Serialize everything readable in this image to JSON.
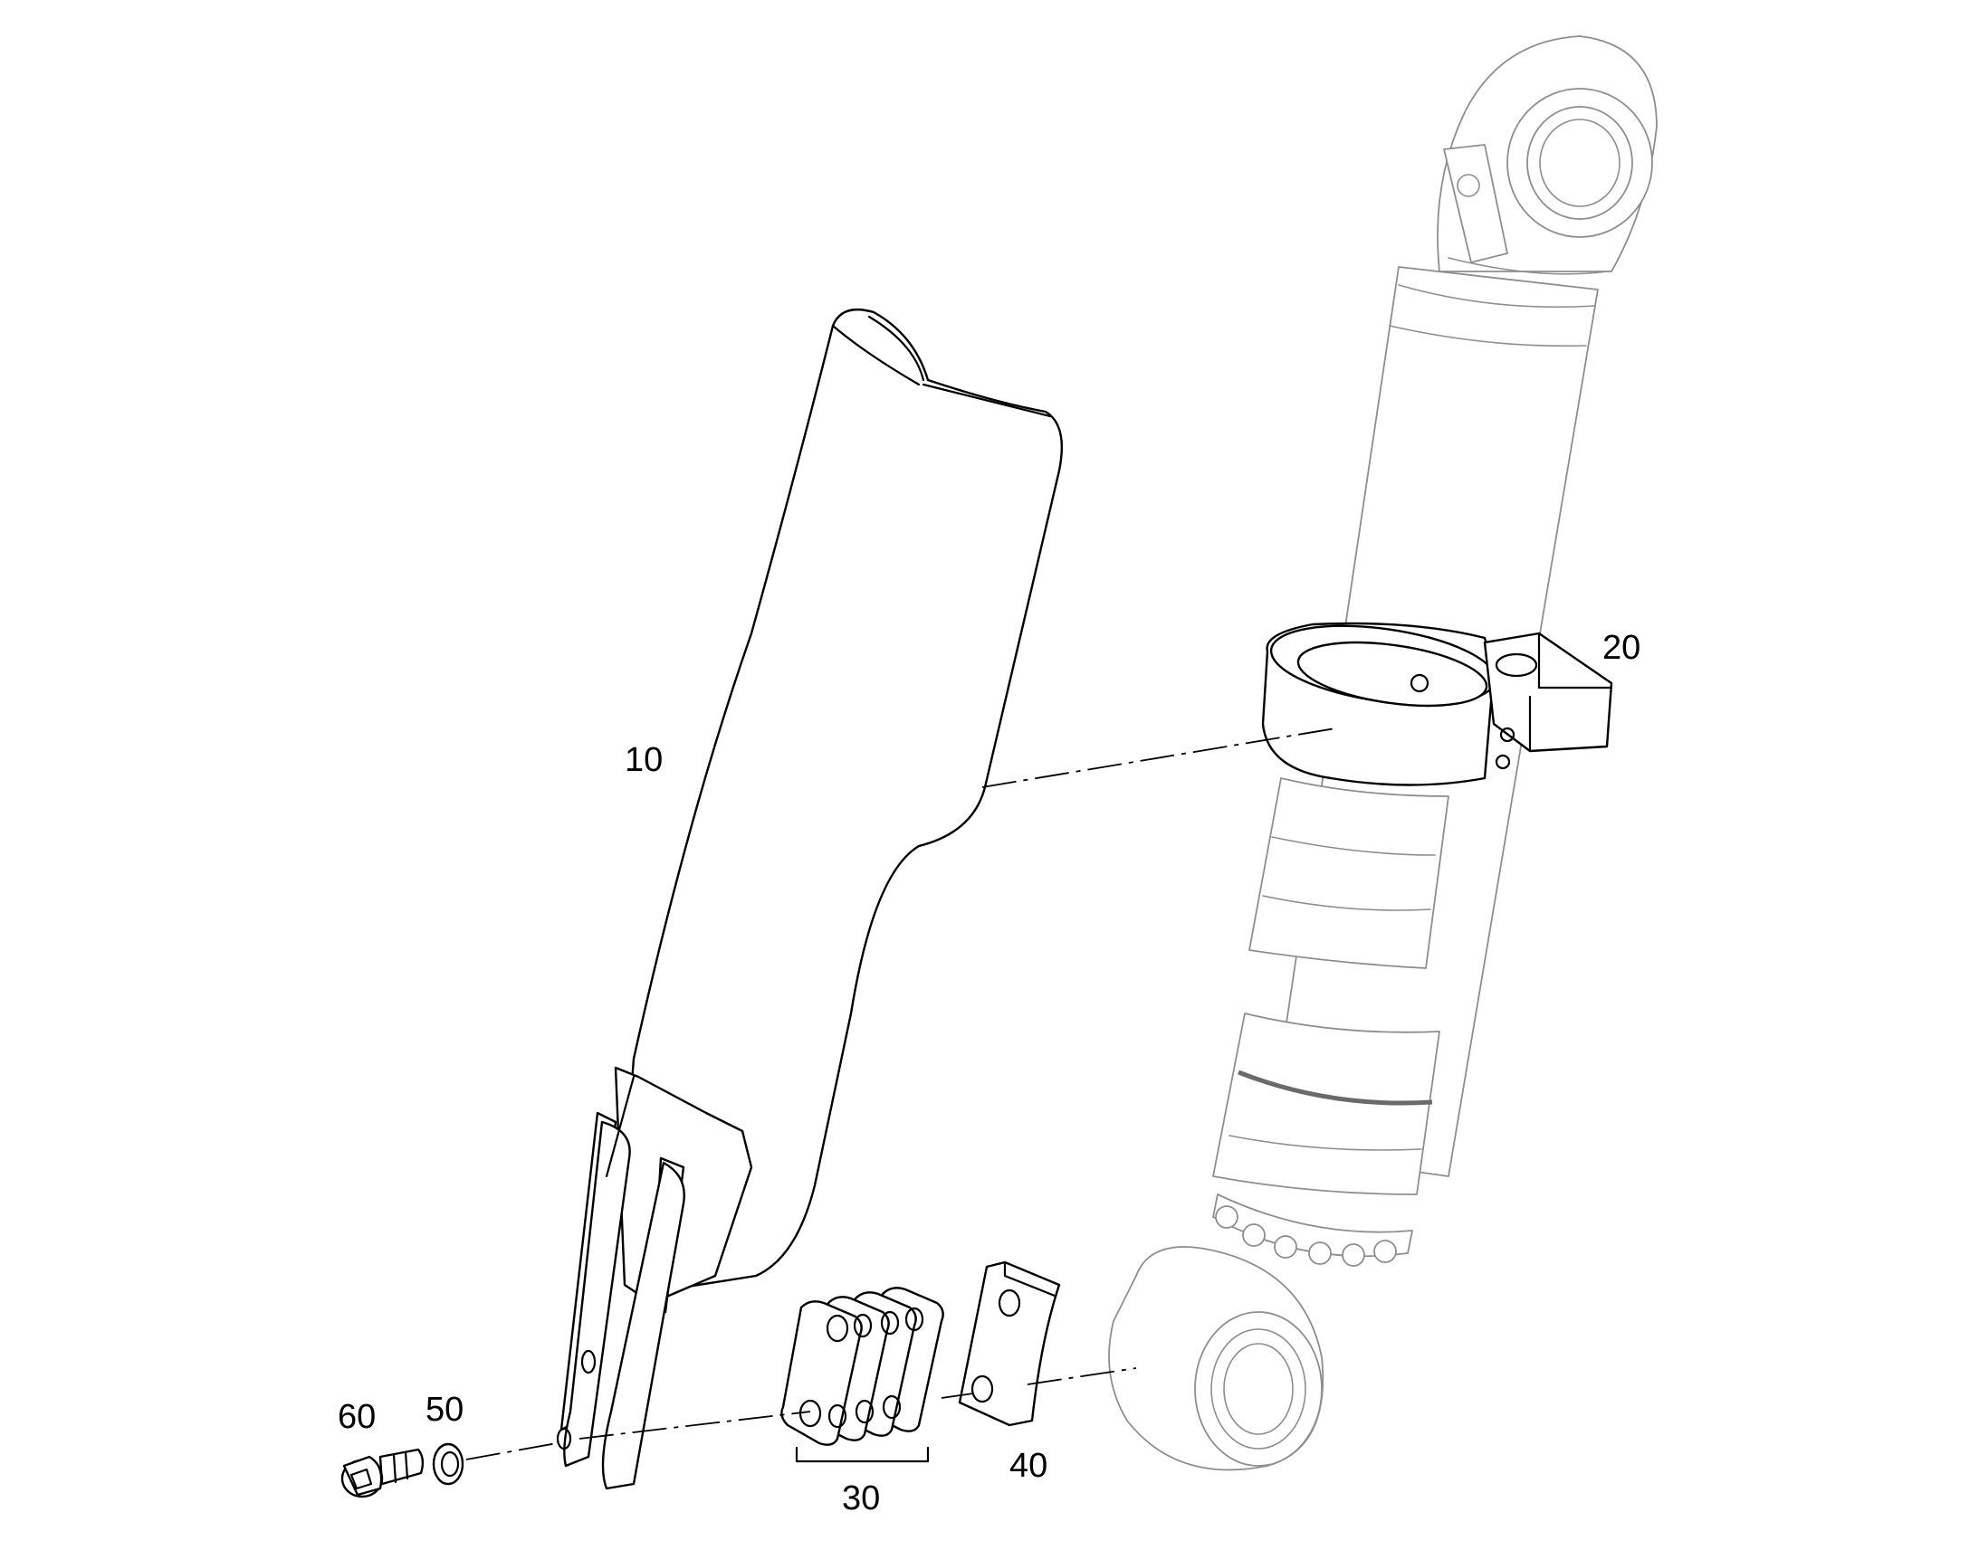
{
  "labels": {
    "p10": "10",
    "p20": "20",
    "p30": "30",
    "p40": "40",
    "p50": "50",
    "p60": "60"
  }
}
